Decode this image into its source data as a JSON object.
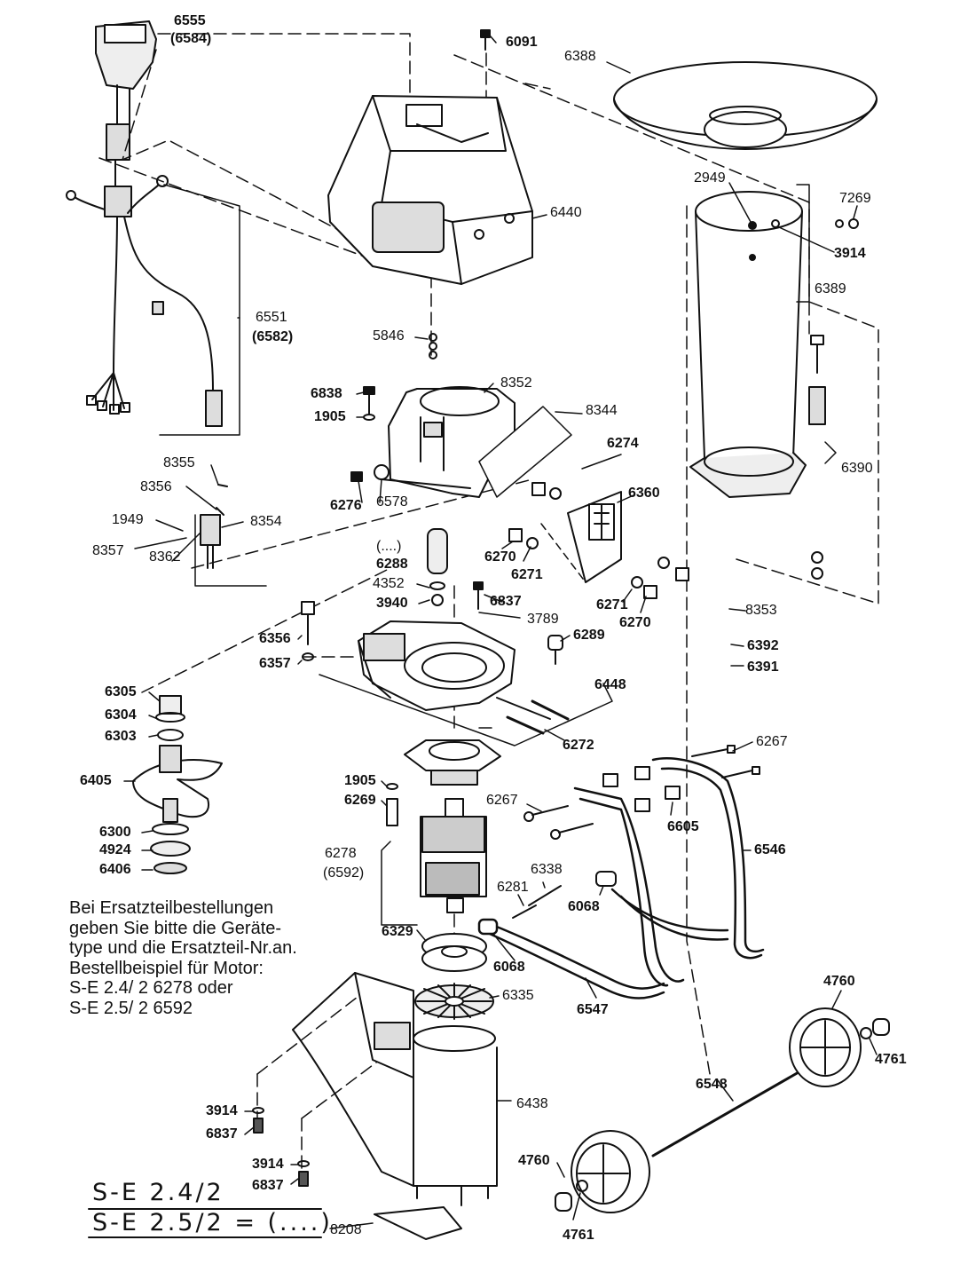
{
  "labels": {
    "p6555": "6555",
    "p6584": "(6584)",
    "p6091": "6091",
    "p6388": "6388",
    "p6440": "6440",
    "p2949": "2949",
    "p7269": "7269",
    "p3914a": "3914",
    "p6389": "6389",
    "p6551": "6551",
    "p6582": "(6582)",
    "p5846": "5846",
    "p8352": "8352",
    "p8344": "8344",
    "p6838": "6838",
    "p1905a": "1905",
    "p6274": "6274",
    "p6360": "6360",
    "p6390": "6390",
    "p8355": "8355",
    "p8356": "8356",
    "p8354": "8354",
    "p1949": "1949",
    "p8357": "8357",
    "p8362": "8362",
    "p6276": "6276",
    "p6578": "6578",
    "p6288bracket": "(....)",
    "p6288": "6288",
    "p4352": "4352",
    "p3940": "3940",
    "p6837a": "6837",
    "p3789": "3789",
    "p6270a": "6270",
    "p6271a": "6271",
    "p6271b": "6271",
    "p6270b": "6270",
    "p8353": "8353",
    "p6392": "6392",
    "p6391": "6391",
    "p6356": "6356",
    "p6357": "6357",
    "p6289": "6289",
    "p6448": "6448",
    "p6305": "6305",
    "p6304": "6304",
    "p6303": "6303",
    "p6272": "6272",
    "p6267a": "6267",
    "p6405": "6405",
    "p1905b": "1905",
    "p6269": "6269",
    "p6267b": "6267",
    "p6605": "6605",
    "p6300": "6300",
    "p4924": "4924",
    "p6406": "6406",
    "p6278": "6278",
    "p6592": "(6592)",
    "p6546": "6546",
    "p6338": "6338",
    "p6281": "6281",
    "p6068a": "6068",
    "p6329": "6329",
    "p6068b": "6068",
    "p6335": "6335",
    "p6547": "6547",
    "p4760a": "4760",
    "p4761a": "4761",
    "p6548": "6548",
    "p6438": "6438",
    "p3914b": "3914",
    "p6837b": "6837",
    "p3914c": "3914",
    "p6837c": "6837",
    "p4760b": "4760",
    "p4761b": "4761",
    "p8208": "8208"
  },
  "note_lines": [
    "Bei Ersatzteilbestellungen",
    "geben Sie bitte die Geräte-",
    "type und die Ersatzteil-Nr.an.",
    "Bestellbeispiel für Motor:",
    "S-E 2.4/ 2  6278 oder",
    "S-E 2.5/ 2  6592"
  ],
  "models": {
    "m1": "S-E  2.4/2",
    "m2": "S-E  2.5/2 = (....)"
  }
}
